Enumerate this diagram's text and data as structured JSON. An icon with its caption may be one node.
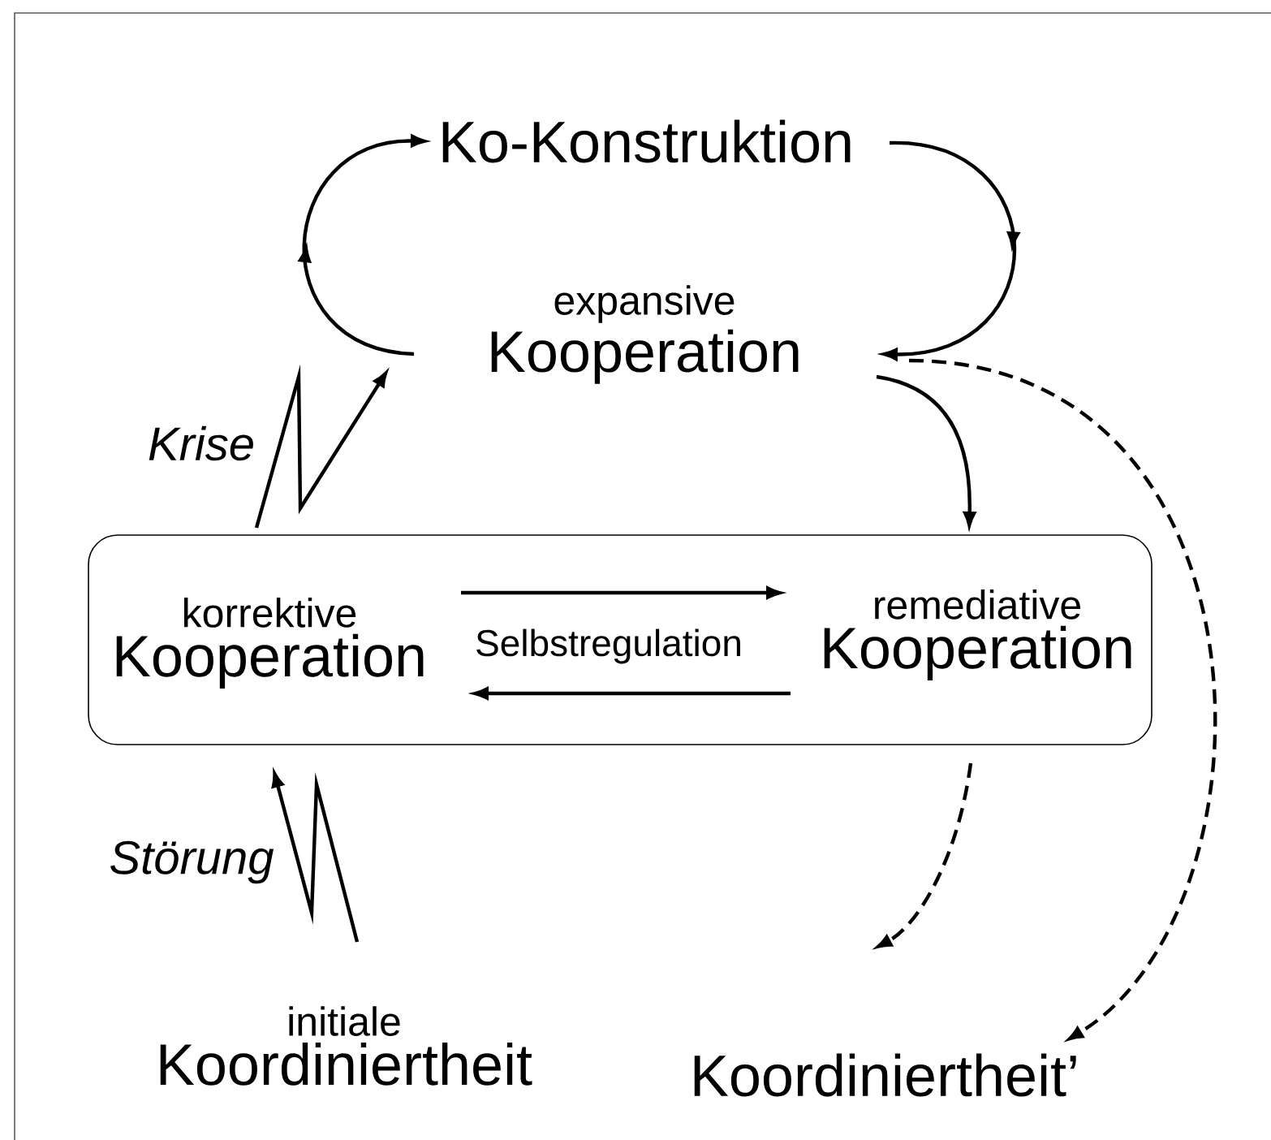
{
  "diagram": {
    "nodes": [
      {
        "text": [
          "Ko-Konstruktion"
        ]
      },
      {
        "text": [
          "expansive",
          "Kooperation"
        ]
      },
      {
        "text": [],
        "shape": "box"
      },
      {
        "text": [
          "korrektive",
          "Kooperation"
        ],
        "in": 2
      },
      {
        "text": [
          "remediative",
          "Kooperation"
        ],
        "in": 2
      },
      {
        "text": [
          "initiale",
          "Koordiniertheit"
        ]
      },
      {
        "text": [
          "Koordiniertheit’"
        ]
      }
    ],
    "edges": [
      {
        "from": 1,
        "to": 0,
        "arrow": "to"
      },
      {
        "from": 0,
        "to": 1,
        "arrow": "to"
      },
      {
        "from": 1,
        "to": 4,
        "arrow": "to"
      },
      {
        "from": 3,
        "to": 1,
        "arrow": "to",
        "label": "Krise"
      },
      {
        "from": 3,
        "to": 4,
        "arrow": "to",
        "label": "Selbstregulation"
      },
      {
        "from": 4,
        "to": 3,
        "arrow": "to"
      },
      {
        "from": 5,
        "to": 3,
        "arrow": "to",
        "label": "Störung"
      },
      {
        "from": 4,
        "to": 6,
        "arrow": "to",
        "style": "dashed"
      },
      {
        "from": 1,
        "to": 6,
        "arrow": "to",
        "style": "dashed"
      }
    ]
  }
}
